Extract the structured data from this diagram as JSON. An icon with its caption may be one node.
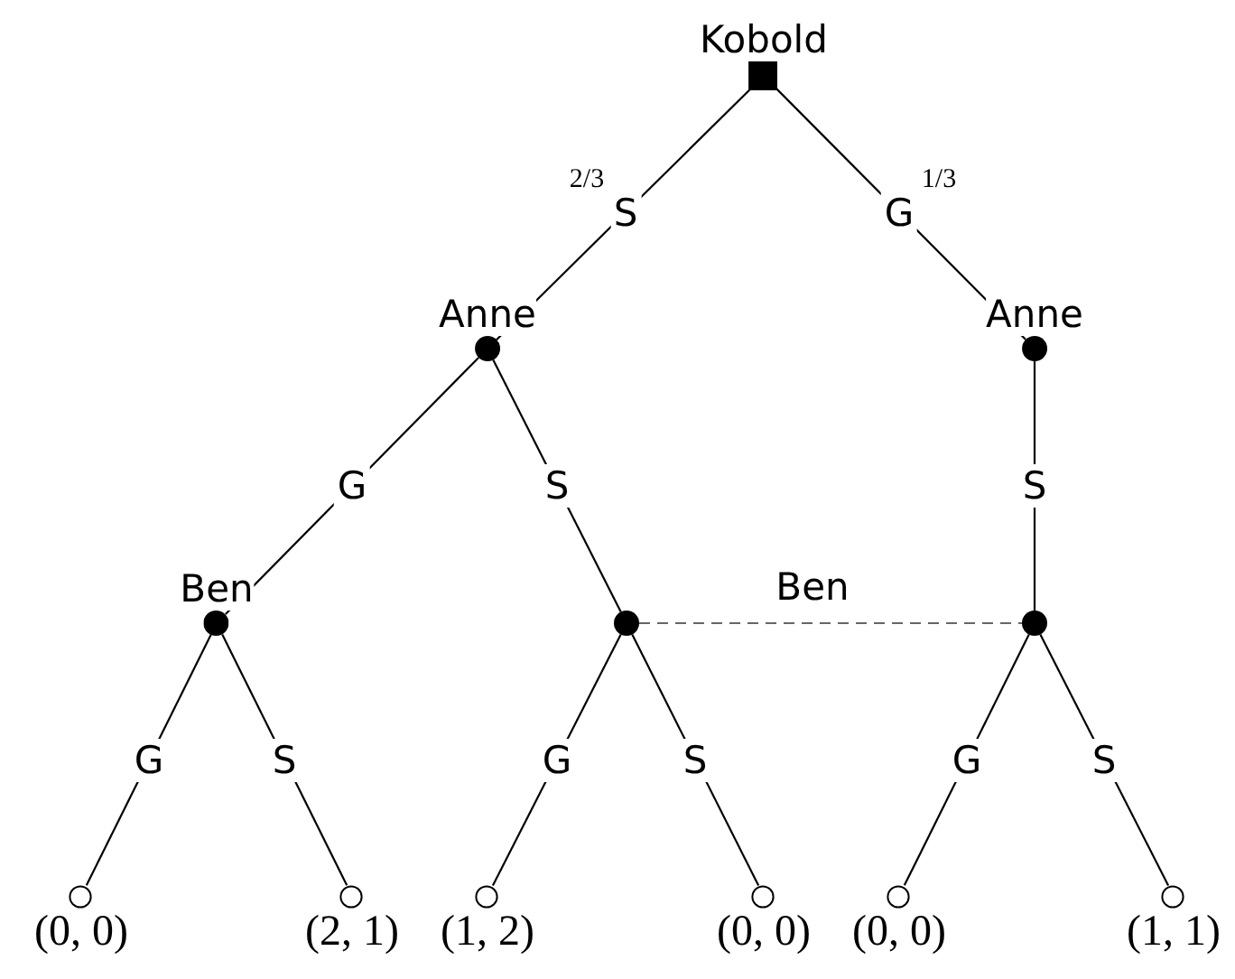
{
  "diagram": {
    "nodes": [
      {
        "text": [
          "Kobold"
        ]
      },
      {
        "text": [
          "Anne"
        ]
      },
      {
        "text": [
          "Anne"
        ]
      },
      {
        "text": [
          "Ben"
        ]
      },
      {
        "text": [],
        "shape": "circle"
      },
      {
        "text": [],
        "shape": "circle"
      },
      {
        "text": [
          "(0, 0)"
        ]
      },
      {
        "text": [
          "(2, 1)"
        ]
      },
      {
        "text": [
          "(1, 2)"
        ]
      },
      {
        "text": [
          "(0, 0)"
        ]
      },
      {
        "text": [
          "(0, 0)"
        ]
      },
      {
        "text": [
          "(1, 1)"
        ]
      }
    ],
    "edges": [
      {
        "from": 0,
        "to": 1,
        "arrow": "none",
        "label": "S"
      },
      {
        "from": 0,
        "to": 2,
        "arrow": "none",
        "label": "G"
      },
      {
        "from": 1,
        "to": 3,
        "arrow": "none",
        "label": "G"
      },
      {
        "from": 1,
        "to": 4,
        "arrow": "none",
        "label": "S"
      },
      {
        "from": 2,
        "to": 5,
        "arrow": "none",
        "label": "S"
      },
      {
        "from": 3,
        "to": 6,
        "arrow": "none",
        "label": "G"
      },
      {
        "from": 3,
        "to": 7,
        "arrow": "none",
        "label": "S"
      },
      {
        "from": 4,
        "to": 8,
        "arrow": "none",
        "label": "G"
      },
      {
        "from": 4,
        "to": 9,
        "arrow": "none",
        "label": "S"
      },
      {
        "from": 5,
        "to": 10,
        "arrow": "none",
        "label": "G"
      },
      {
        "from": 5,
        "to": 11,
        "arrow": "none",
        "label": "S"
      },
      {
        "from": 4,
        "to": 5,
        "arrow": "none",
        "label": "Ben",
        "style": "dashed",
        "color": "#666666"
      }
    ],
    "labels": [
      "2/3",
      "1/3"
    ]
  }
}
